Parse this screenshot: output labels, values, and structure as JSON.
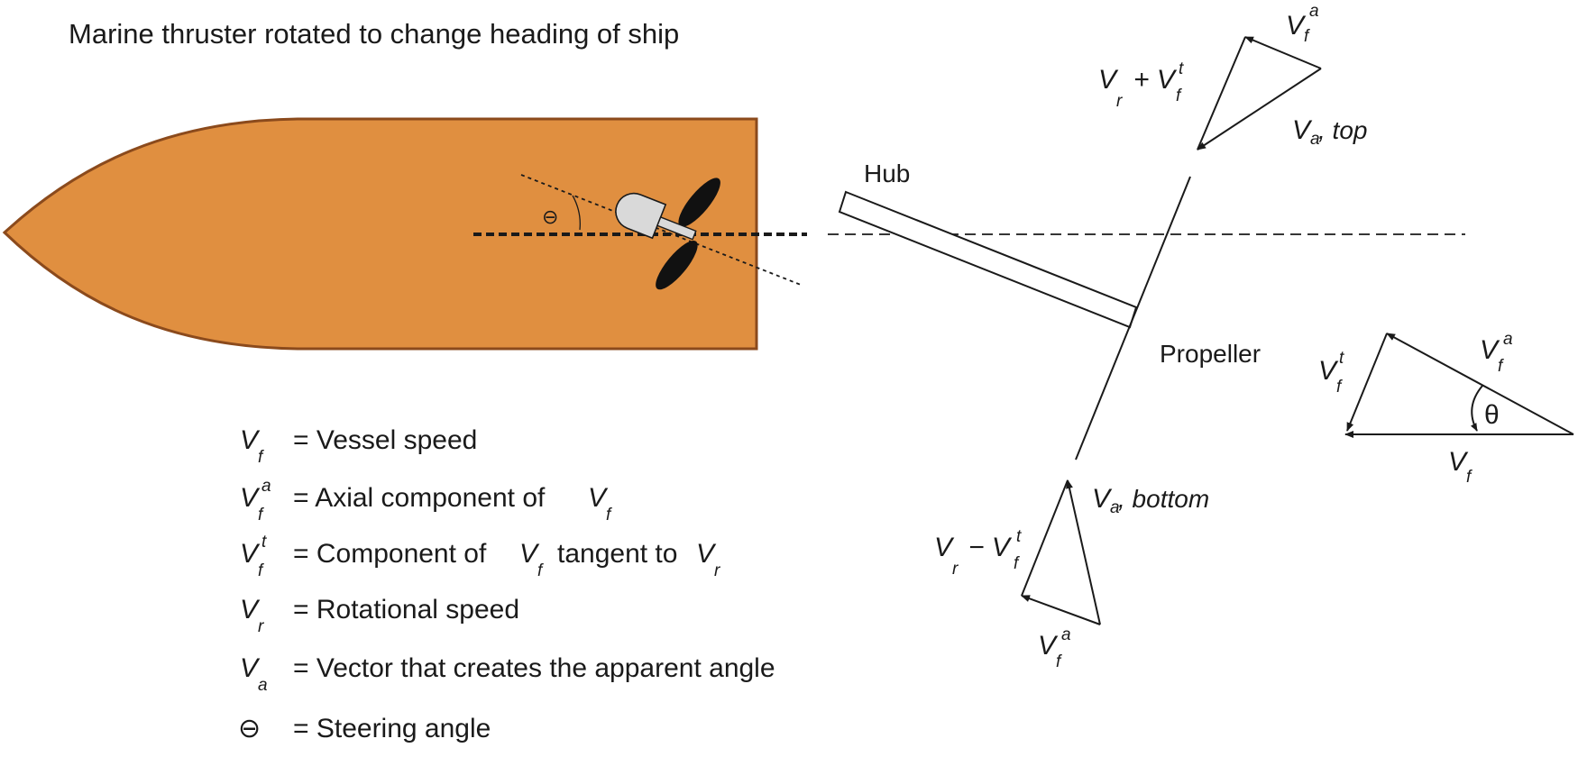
{
  "title": "Marine thruster rotated to change heading of ship",
  "colors": {
    "hull_fill": "#e08f40",
    "hull_stroke": "#8b4a1c",
    "thruster_fill": "#d9d9d9",
    "ink": "#1a1a1a"
  },
  "labels": {
    "hub": "Hub",
    "propeller": "Propeller",
    "theta_symbol": "⊖",
    "theta_greek": "θ",
    "top_sum": {
      "V": "V",
      "r": "r",
      "plus": "+ V",
      "f": "f",
      "t": "t"
    },
    "top_axial": {
      "V": "V",
      "f": "f",
      "a": "a"
    },
    "va_top": {
      "V": "V",
      "a": "a",
      "text": ", top"
    },
    "va_bottom": {
      "V": "V",
      "a": "a",
      "text": ", bottom"
    },
    "bottom_diff": {
      "V": "V",
      "r": "r",
      "minus": "− V",
      "f": "f",
      "t": "t"
    },
    "bottom_axial": {
      "V": "V",
      "f": "f",
      "a": "a"
    },
    "right_tangent": {
      "V": "V",
      "f": "f",
      "t": "t"
    },
    "right_axial": {
      "V": "V",
      "f": "f",
      "a": "a"
    },
    "right_vf": {
      "V": "V",
      "f": "f"
    }
  },
  "legend": [
    {
      "sym": "V",
      "sub": "f",
      "sup": "",
      "text": "= Vessel speed"
    },
    {
      "sym": "V",
      "sub": "f",
      "sup": "a",
      "text": "= Axial component of",
      "tail_sym": "V",
      "tail_sub": "f"
    },
    {
      "sym": "V",
      "sub": "f",
      "sup": "t",
      "text": "= Component of",
      "tail_sym": "V",
      "tail_sub": "f",
      "text2": "tangent to",
      "tail2_sym": "V",
      "tail2_sub": "r"
    },
    {
      "sym": "V",
      "sub": "r",
      "sup": "",
      "text": "= Rotational speed"
    },
    {
      "sym": "V",
      "sub": "a",
      "sup": "",
      "text": "= Vector that creates the apparent angle"
    },
    {
      "sym": "⊖",
      "sub": "",
      "sup": "",
      "text": "= Steering angle"
    }
  ]
}
